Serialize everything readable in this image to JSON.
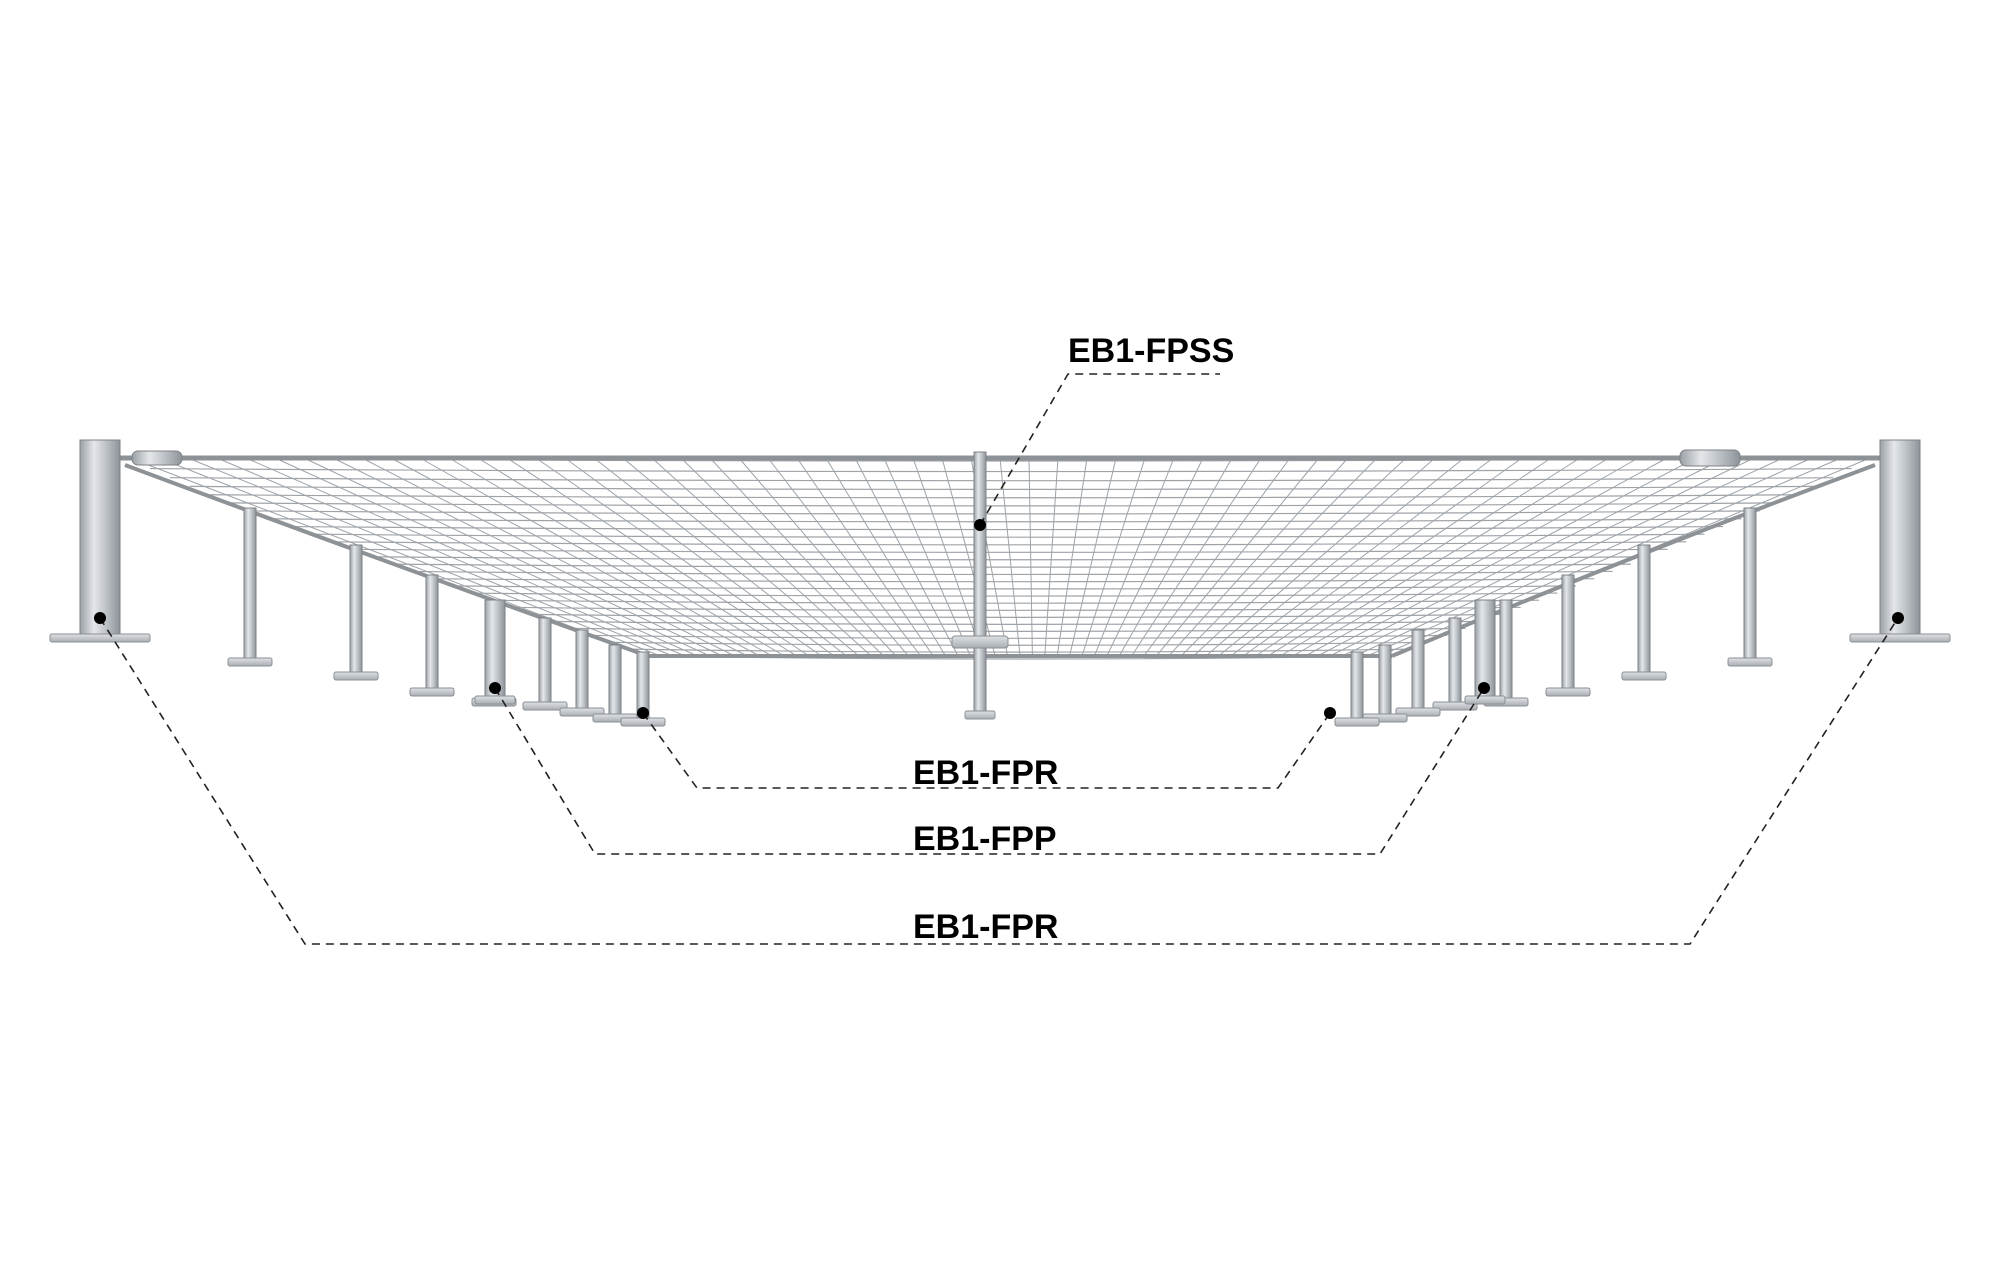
{
  "diagram": {
    "colors": {
      "metal_light": "#d8dce0",
      "metal_mid": "#b4b9be",
      "metal_dark": "#8a8f94",
      "mesh": "#9ea3a8",
      "leader": "#222222",
      "label": "#000000"
    },
    "callouts": [
      {
        "id": "fpss",
        "label": "EB1-FPSS"
      },
      {
        "id": "fpr-inner",
        "label": "EB1-FPR"
      },
      {
        "id": "fpp",
        "label": "EB1-FPP"
      },
      {
        "id": "fpr-outer",
        "label": "EB1-FPR"
      }
    ]
  }
}
